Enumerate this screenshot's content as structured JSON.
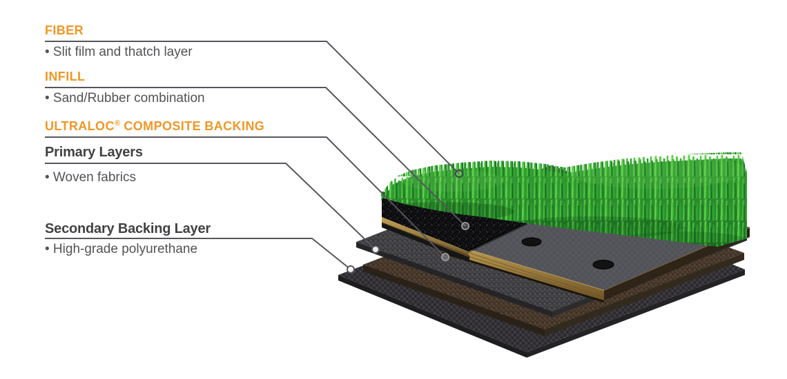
{
  "page": {
    "background": "#ffffff"
  },
  "colors": {
    "accent_orange": "#EF9726",
    "heading_dark": "#414042",
    "body_text": "#515254",
    "leader_line": "#55565B",
    "grass_green": "#3AA93C",
    "infill_black": "#0D0D0F",
    "panel_gray": "#54555A",
    "plywood_tan": "#A98A42"
  },
  "labels": {
    "fiber": {
      "title": "FIBER",
      "bullet": "• Slit film and thatch layer"
    },
    "infill": {
      "title": "INFILL",
      "bullet": "• Sand/Rubber combination"
    },
    "ultraloc": {
      "title_name": "ULTRALOC",
      "title_reg": "®",
      "title_rest": " COMPOSITE BACKING"
    },
    "primary": {
      "title": "Primary Layers",
      "bullet": "• Woven fabrics"
    },
    "secondary": {
      "title": "Secondary Backing Layer",
      "bullet": "• High-grade polyurethane"
    }
  },
  "illustration": {
    "description": "Isometric cross-section of synthetic turf: green fiber pile over black sand/rubber infill, tan-edged ULTRALOC composite backing panel with drainage holes, primary woven fabric layers and secondary backing layer"
  }
}
